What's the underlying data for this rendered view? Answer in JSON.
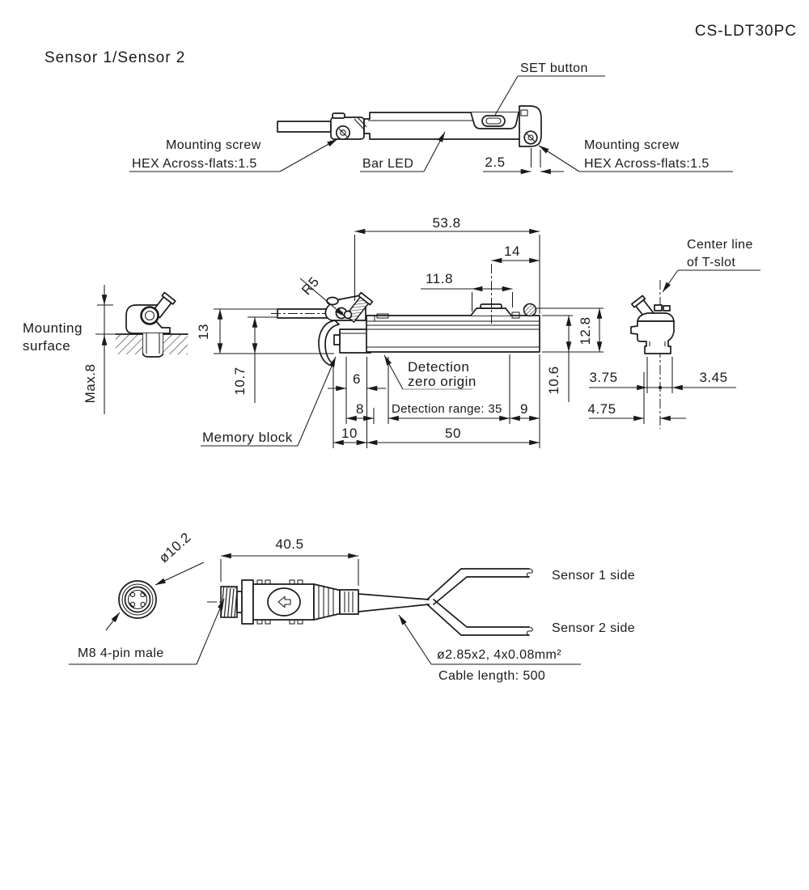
{
  "header": {
    "model": "CS-LDT30PC",
    "view_title": "Sensor 1/Sensor 2"
  },
  "top_view": {
    "set_button_label": "SET button",
    "mounting_screw_line1": "Mounting screw",
    "mounting_screw_line2": "HEX Across-flats:1.5",
    "bar_led_label": "Bar LED",
    "dim_screw_offset": "2.5"
  },
  "side_view": {
    "dim_total_length": "53.8",
    "dim_set_to_end": "14",
    "dim_button_width": "11.8",
    "centerline_line1": "Center line",
    "centerline_line2": "of T-slot",
    "mounting_surface_line1": "Mounting",
    "mounting_surface_line2": "surface",
    "dim_below_surface": "Max.8",
    "dim_height_13": "13",
    "dim_height_10_7": "10.7",
    "dim_height_12_8": "12.8",
    "dim_height_10_6": "10.6",
    "radius_label": "R5",
    "detection_origin_line1": "Detection",
    "detection_origin_line2": "zero origin",
    "dim_6": "6",
    "dim_8": "8",
    "dim_10": "10",
    "detection_range_label": "Detection range: 35",
    "dim_9": "9",
    "dim_50": "50",
    "dim_3_75": "3.75",
    "dim_3_45": "3.45",
    "dim_4_75": "4.75",
    "memory_block_label": "Memory block"
  },
  "cable_view": {
    "dim_connector_dia": "ø10.2",
    "dim_connector_len": "40.5",
    "connector_label": "M8 4-pin male",
    "branch1_label": "Sensor 1 side",
    "branch2_label": "Sensor 2 side",
    "cable_spec": "ø2.85x2, 4x0.08mm²",
    "cable_length": "Cable length: 500"
  },
  "colors": {
    "line": "#1a1a1a",
    "background": "#ffffff"
  }
}
